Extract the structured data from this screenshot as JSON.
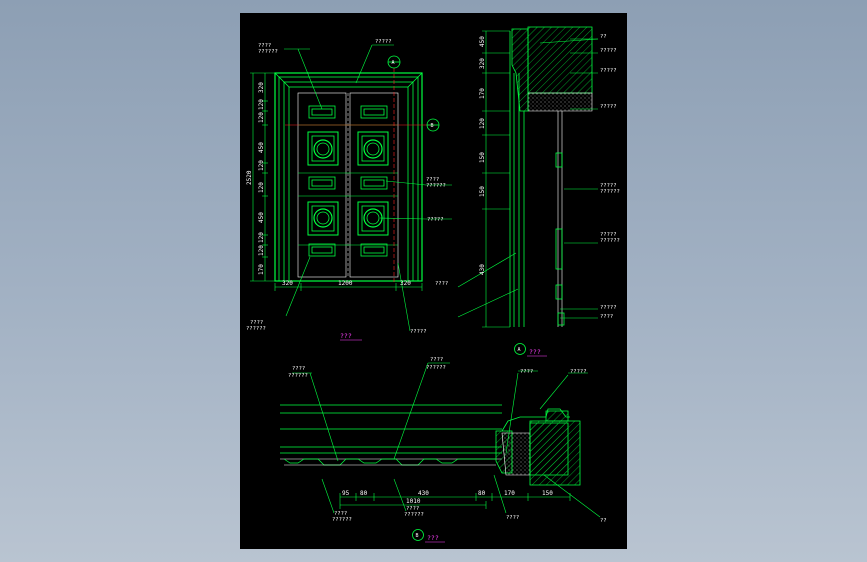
{
  "colors": {
    "background": "#000000",
    "linework": "#00ff40",
    "hatch": "#00c832",
    "dim": "#ffffff",
    "title": "#ff40ff",
    "axis": "#ff2020"
  },
  "elevation": {
    "dims_bottom": [
      "320",
      "1200",
      "320"
    ],
    "dims_left": [
      "320",
      "120",
      "120",
      "450",
      "120",
      "120",
      "450",
      "120",
      "120",
      "170"
    ],
    "dims_left_total": "2520",
    "callouts": {
      "top_left": [
        "????",
        "??????"
      ],
      "top_mid": "?????",
      "mid_right1": [
        "????",
        "??????"
      ],
      "mid_right2": "?????",
      "bot_left": [
        "????",
        "??????"
      ],
      "bot_right": "?????"
    },
    "section_marks": [
      "A",
      "B"
    ],
    "title": "???"
  },
  "section_a": {
    "dims": [
      "450",
      "320",
      "170",
      "120",
      "150",
      "150",
      "430"
    ],
    "labels": [
      "??",
      "?????",
      "?????",
      "?????",
      "?????",
      "??????",
      "?????",
      "??????",
      "?????",
      "????",
      "????"
    ],
    "mark": "A",
    "title": "???"
  },
  "section_b": {
    "dims": [
      "95",
      "80",
      "430",
      "80",
      "170",
      "150"
    ],
    "dim_total": "1010",
    "labels": [
      "????",
      "??????",
      "????",
      "??????",
      "????",
      "?????",
      "????",
      "??????",
      "????",
      "??????",
      "????",
      "??"
    ],
    "mark": "B",
    "title": "???"
  }
}
